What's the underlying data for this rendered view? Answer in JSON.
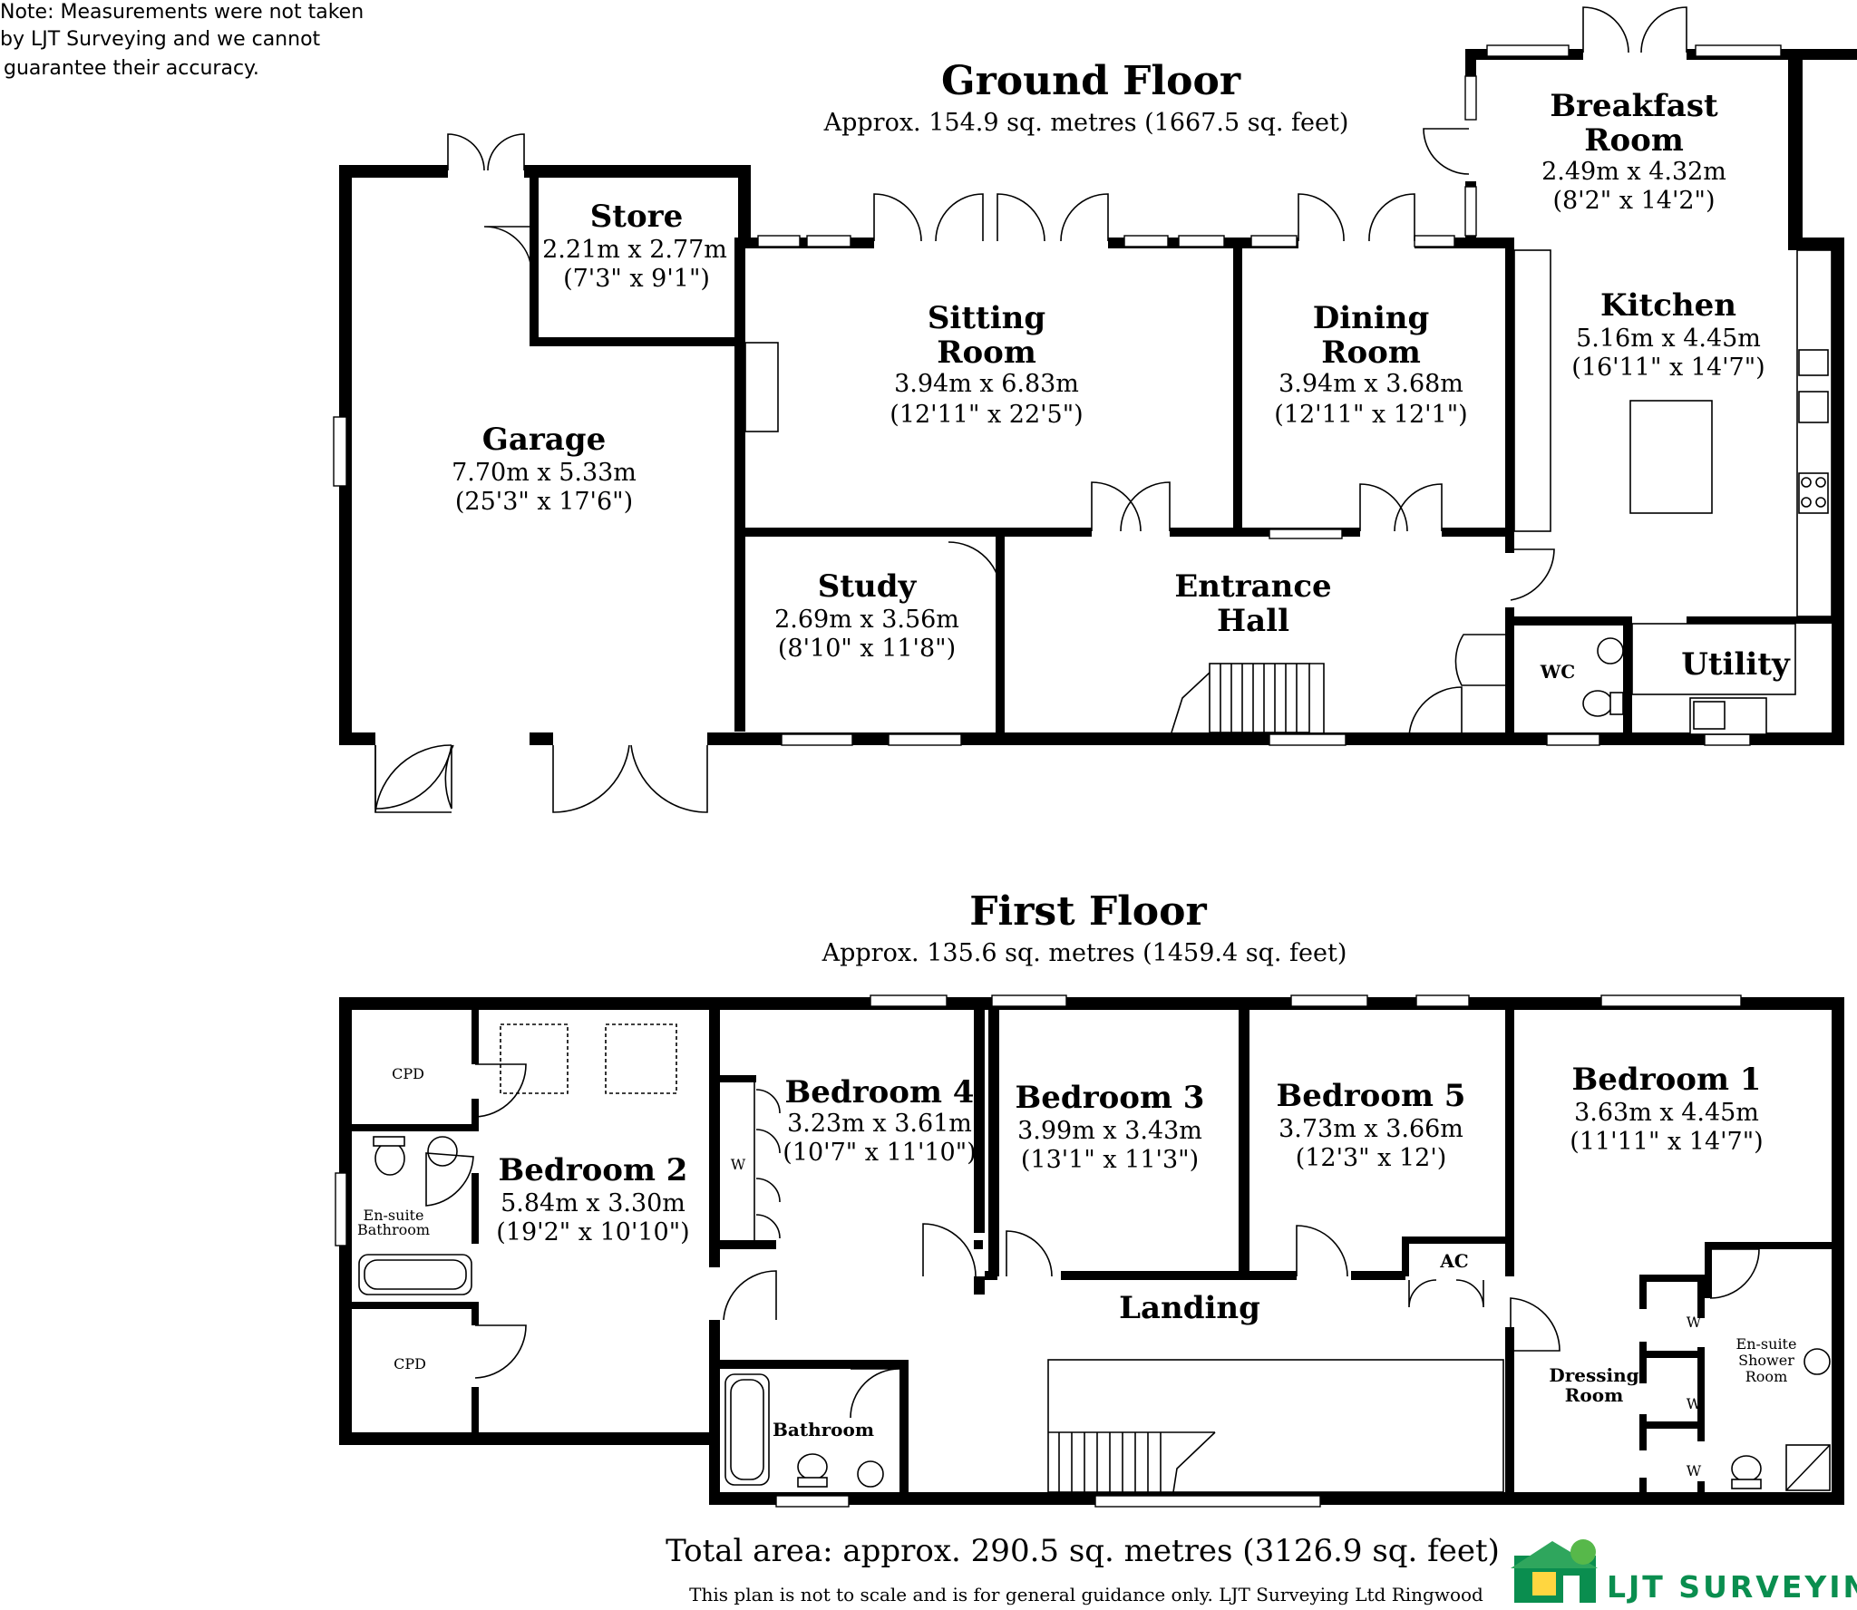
{
  "note": {
    "line1": "Note: Measurements were not taken",
    "line2": "by LJT Surveying and we cannot",
    "line3": "guarantee their accuracy."
  },
  "ground_floor": {
    "title": "Ground Floor",
    "area": "Approx. 154.9 sq. metres (1667.5 sq. feet)",
    "rooms": {
      "garage": {
        "name": "Garage",
        "metric": "7.70m x 5.33m",
        "imperial": "(25'3\" x 17'6\")"
      },
      "store": {
        "name": "Store",
        "metric": "2.21m x 2.77m",
        "imperial": "(7'3\" x 9'1\")"
      },
      "sitting": {
        "name1": "Sitting",
        "name2": "Room",
        "metric": "3.94m x 6.83m",
        "imperial": "(12'11\" x 22'5\")"
      },
      "dining": {
        "name1": "Dining",
        "name2": "Room",
        "metric": "3.94m x 3.68m",
        "imperial": "(12'11\" x 12'1\")"
      },
      "breakfast": {
        "name1": "Breakfast",
        "name2": "Room",
        "metric": "2.49m x 4.32m",
        "imperial": "(8'2\" x 14'2\")"
      },
      "kitchen": {
        "name": "Kitchen",
        "metric": "5.16m x 4.45m",
        "imperial": "(16'11\" x 14'7\")"
      },
      "study": {
        "name": "Study",
        "metric": "2.69m x 3.56m",
        "imperial": "(8'10\" x 11'8\")"
      },
      "hall": {
        "name1": "Entrance",
        "name2": "Hall"
      },
      "wc": {
        "name": "WC"
      },
      "utility": {
        "name": "Utility"
      }
    }
  },
  "first_floor": {
    "title": "First Floor",
    "area": "Approx. 135.6 sq. metres (1459.4 sq. feet)",
    "rooms": {
      "bed2": {
        "name": "Bedroom 2",
        "metric": "5.84m x 3.30m",
        "imperial": "(19'2\" x 10'10\")"
      },
      "bed4": {
        "name": "Bedroom 4",
        "metric": "3.23m x 3.61m",
        "imperial": "(10'7\" x 11'10\")"
      },
      "bed3": {
        "name": "Bedroom 3",
        "metric": "3.99m x 3.43m",
        "imperial": "(13'1\" x 11'3\")"
      },
      "bed5": {
        "name": "Bedroom 5",
        "metric": "3.73m x 3.66m",
        "imperial": "(12'3\" x 12')"
      },
      "bed1": {
        "name": "Bedroom 1",
        "metric": "3.63m x 4.45m",
        "imperial": "(11'11\" x 14'7\")"
      },
      "cpd_top": {
        "name": "CPD"
      },
      "cpd_bottom": {
        "name": "CPD"
      },
      "ensuite_bath": {
        "name1": "En-suite",
        "name2": "Bathroom"
      },
      "bathroom": {
        "name": "Bathroom"
      },
      "landing": {
        "name": "Landing"
      },
      "ac": {
        "name": "AC"
      },
      "dressing": {
        "name1": "Dressing",
        "name2": "Room"
      },
      "ensuite_shower": {
        "name1": "En-suite",
        "name2": "Shower",
        "name3": "Room"
      },
      "wardrobe": {
        "name": "W"
      }
    }
  },
  "footer": {
    "total": "Total area: approx. 290.5 sq. metres (3126.9 sq. feet)",
    "disclaimer": "This plan is not to scale and is for general guidance only. LJT Surveying Ltd Ringwood",
    "logo_text": "LJT SURVEYING",
    "logo_icon": "house-logo-icon",
    "logo_color": "#0a8e4f"
  }
}
